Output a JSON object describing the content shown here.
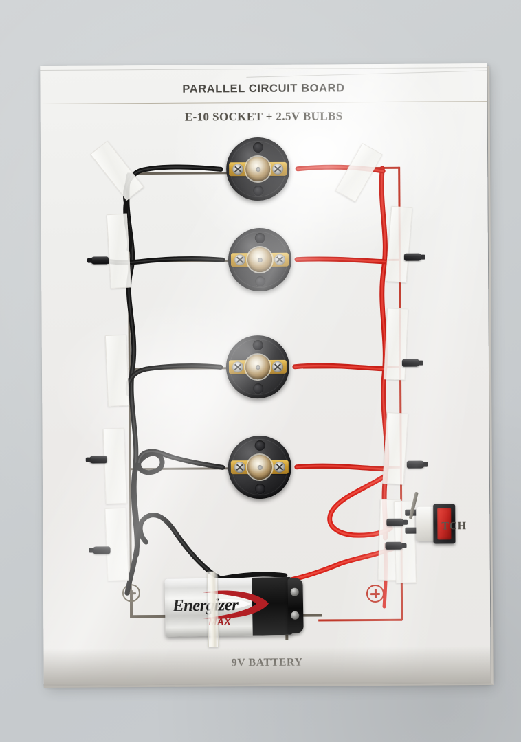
{
  "scene": {
    "kind": "photograph",
    "subject": "parallel-circuit-demonstration-board",
    "background_color": "#cfd2d4",
    "board_color": "#efeeec"
  },
  "board": {
    "title": "PARALLEL CIRCUIT BOARD",
    "subtitle": "E-10 SOCKET + 2.5V BULBS",
    "bottom_label": "9V BATTERY",
    "switch_label": "TCH",
    "switch_label_full": "SWITCH",
    "text_color": "#4a4843"
  },
  "components": {
    "sockets": [
      {
        "name": "lamp-socket-1",
        "bulb": "2.5V bulb",
        "left_wire": "black",
        "right_wire": "red"
      },
      {
        "name": "lamp-socket-2",
        "bulb": "2.5V bulb",
        "left_wire": "black",
        "right_wire": "red"
      },
      {
        "name": "lamp-socket-3",
        "bulb": "2.5V bulb",
        "left_wire": "black",
        "right_wire": "red"
      },
      {
        "name": "lamp-socket-4",
        "bulb": "2.5V bulb",
        "left_wire": "black",
        "right_wire": "red"
      }
    ],
    "battery": {
      "brand": "Energizer",
      "line": "MAX",
      "voltage": "9V",
      "body_color": "#dcdcda",
      "accent_color": "#a31f22"
    },
    "switch": {
      "type": "rocker-switch",
      "rocker_color": "#c0211c",
      "state": "open"
    },
    "terminals": {
      "negative_symbol": "−",
      "negative_color": "#6a6358",
      "positive_symbol": "+",
      "positive_color": "#c0392b"
    }
  },
  "wiring": {
    "negative_bus_color": "#111111",
    "positive_bus_color": "#d8231b",
    "tape_color": "#f6f5f1",
    "connector_color": "#1a1a1c"
  }
}
